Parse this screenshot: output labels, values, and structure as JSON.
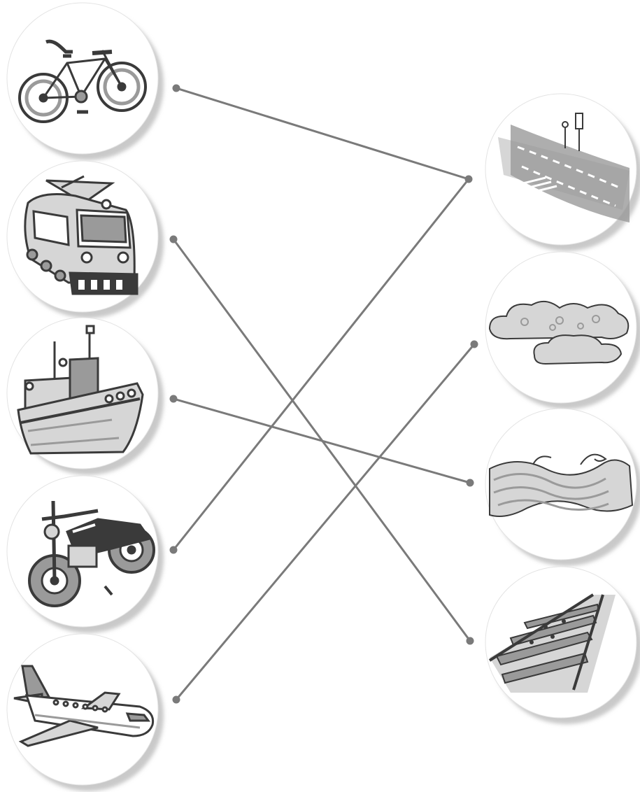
{
  "left_column": [
    {
      "id": "bicycle",
      "icon": "bicycle-icon"
    },
    {
      "id": "tram",
      "icon": "tram-icon"
    },
    {
      "id": "ship",
      "icon": "ship-icon"
    },
    {
      "id": "motorcycle",
      "icon": "motorcycle-icon"
    },
    {
      "id": "airplane",
      "icon": "airplane-icon"
    }
  ],
  "right_column": [
    {
      "id": "road",
      "icon": "road-icon"
    },
    {
      "id": "sky",
      "icon": "cloud-icon"
    },
    {
      "id": "water",
      "icon": "waves-icon"
    },
    {
      "id": "rails",
      "icon": "railway-track-icon"
    }
  ],
  "connections": [
    {
      "from": "bicycle",
      "to": "road"
    },
    {
      "from": "tram",
      "to": "rails"
    },
    {
      "from": "ship",
      "to": "water"
    },
    {
      "from": "motorcycle",
      "to": "road"
    },
    {
      "from": "airplane",
      "to": "sky"
    }
  ],
  "colors": {
    "line": "#7a7a7a",
    "dot": "#7a7a7a",
    "circle_fill": "#ffffff",
    "circle_shadow": "#bdbdbd",
    "ink": "#3a3a3a",
    "shade": "#9a9a9a",
    "light_shade": "#d6d6d6"
  }
}
